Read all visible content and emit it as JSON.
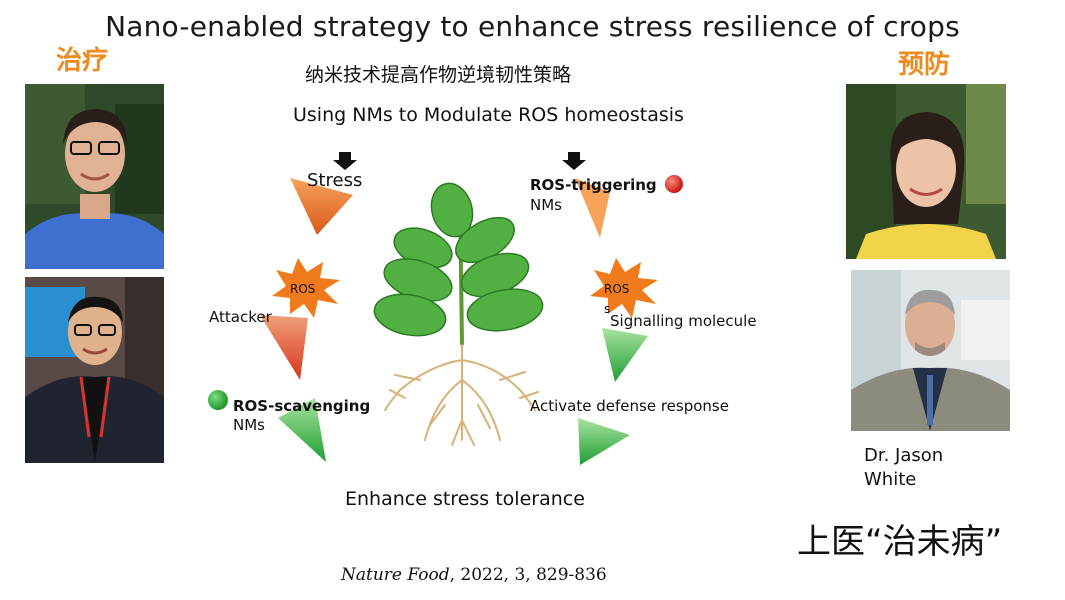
{
  "title": "Nano-enabled strategy to enhance stress resilience of crops",
  "subtitle_cn": "纳米技术提高作物逆境韧性策略",
  "tags": {
    "left": "治疗",
    "right": "预防"
  },
  "diagram": {
    "heading": "Using NMs to Modulate ROS homeostasis",
    "stress": "Stress",
    "ros_left": "ROS",
    "attacker": "Attacker",
    "ros_scavenging": "ROS-scavenging",
    "ros_scavenging_nms": "NMs",
    "ros_triggering": "ROS-triggering",
    "ros_triggering_nms": "NMs",
    "ros_right": "ROS",
    "ros_right_tail": "s",
    "signalling": "Signalling molecule",
    "activate": "Activate defense response",
    "tolerance": "Enhance stress tolerance"
  },
  "doctor": {
    "line1": "Dr. Jason",
    "line2": "White"
  },
  "motto": "上医“治未病”",
  "citation": {
    "journal": "Nature Food",
    "rest": ", 2022, 3, 829-836"
  },
  "colors": {
    "accent_orange": "#f08a1c",
    "arrow_orange": "#e2741a",
    "arrow_green": "#27a83a"
  }
}
